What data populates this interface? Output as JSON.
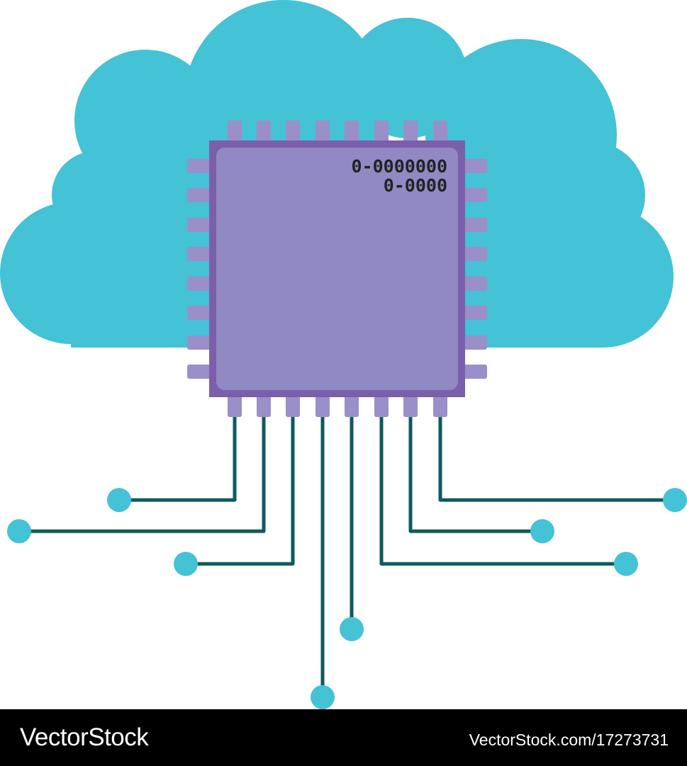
{
  "illustration": {
    "chip_code_line1": "0-0000000",
    "chip_code_line2": "0-0000",
    "colors": {
      "cloud": "#44c2d6",
      "chip_body": "#9089c3",
      "chip_border": "#7a5faa",
      "chip_pins": "#9a8fc8",
      "circuit_trace": "#0e5a60",
      "trace_node": "#44c2d6",
      "code_text": "#222222"
    }
  },
  "footer": {
    "brand": "VectorStock",
    "image_id": "VectorStock.com/17273731"
  }
}
